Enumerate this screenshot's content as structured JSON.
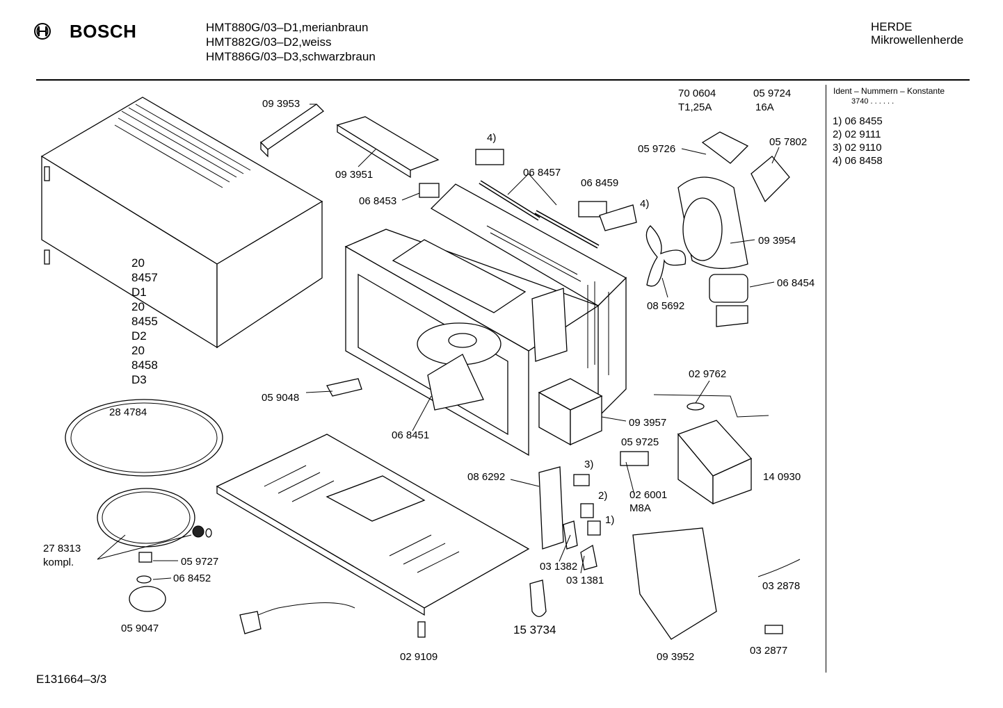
{
  "brand": {
    "name": "BOSCH"
  },
  "models": [
    "HMT880G/03–D1,merianbraun",
    "HMT882G/03–D2,weiss",
    "HMT886G/03–D3,schwarzbraun"
  ],
  "category": {
    "line1": "HERDE",
    "line2": "Mikrowellenherde"
  },
  "legend": {
    "title": "Ident – Nummern – Konstante",
    "constant": "3740 . .  . . . .",
    "items": [
      "1)  06 8455",
      "2)  02 9111",
      "3)  02 9110",
      "4)  06 8458"
    ]
  },
  "variants": [
    "20",
    "8457",
    "D1",
    "20",
    "8455",
    "D2",
    "20",
    "8458",
    "D3"
  ],
  "parts": {
    "p093953": "09 3953",
    "p093951": "09 3951",
    "p068453": "06 8453",
    "p068457": "06 8457",
    "p068459": "06 8459",
    "p4a": "4)",
    "p4b": "4)",
    "p700604": "70 0604",
    "pT125A": "T1,25A",
    "p059724": "05 9724",
    "p16A": "16A",
    "p059726": "05 9726",
    "p057802": "05 7802",
    "p093954": "09 3954",
    "p068454": "06 8454",
    "p085692": "08 5692",
    "p059048": "05 9048",
    "p068451": "06 8451",
    "p029762": "02 9762",
    "p093957": "09 3957",
    "p059725": "05 9725",
    "p3": "3)",
    "p2": "2)",
    "p1": "1)",
    "p086292": "08 6292",
    "p026001": "02 6001",
    "pM8A": "M8A",
    "p140930": "14 0930",
    "p031382": "03 1382",
    "p031381": "03 1381",
    "p284784": "28 4784",
    "p278313": "27 8313",
    "pkompl": "kompl.",
    "p059727": "05 9727",
    "p068452": "06 8452",
    "p059047": "05 9047",
    "p029109": "02 9109",
    "p153734": "15 3734",
    "p093952": "09 3952",
    "p032878": "03 2878",
    "p032877": "03 2877"
  },
  "footer": {
    "drawing_no": "E131664–3/3"
  }
}
